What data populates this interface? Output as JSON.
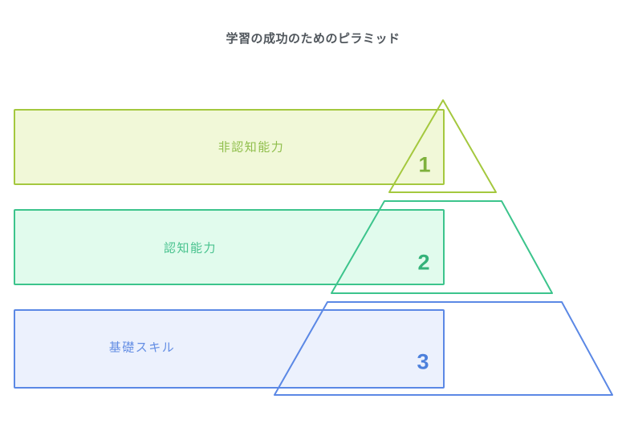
{
  "title": {
    "text": "学習の成功のためのピラミッド",
    "color": "#50565c"
  },
  "background_color": "#ffffff",
  "levels": [
    {
      "rank": "1",
      "label": "非認知能力",
      "border_color": "#a4c83e",
      "fill_color": "#f1f8d8",
      "label_color": "#8fbe4b",
      "rank_color": "#7eb13c"
    },
    {
      "rank": "2",
      "label": "認知能力",
      "border_color": "#3cc48c",
      "fill_color": "#e1fbed",
      "label_color": "#48c28e",
      "rank_color": "#34b279"
    },
    {
      "rank": "3",
      "label": "基礎スキル",
      "border_color": "#5b88e5",
      "fill_color": "#ecf1fd",
      "label_color": "#648ee4",
      "rank_color": "#4c80dc"
    }
  ]
}
